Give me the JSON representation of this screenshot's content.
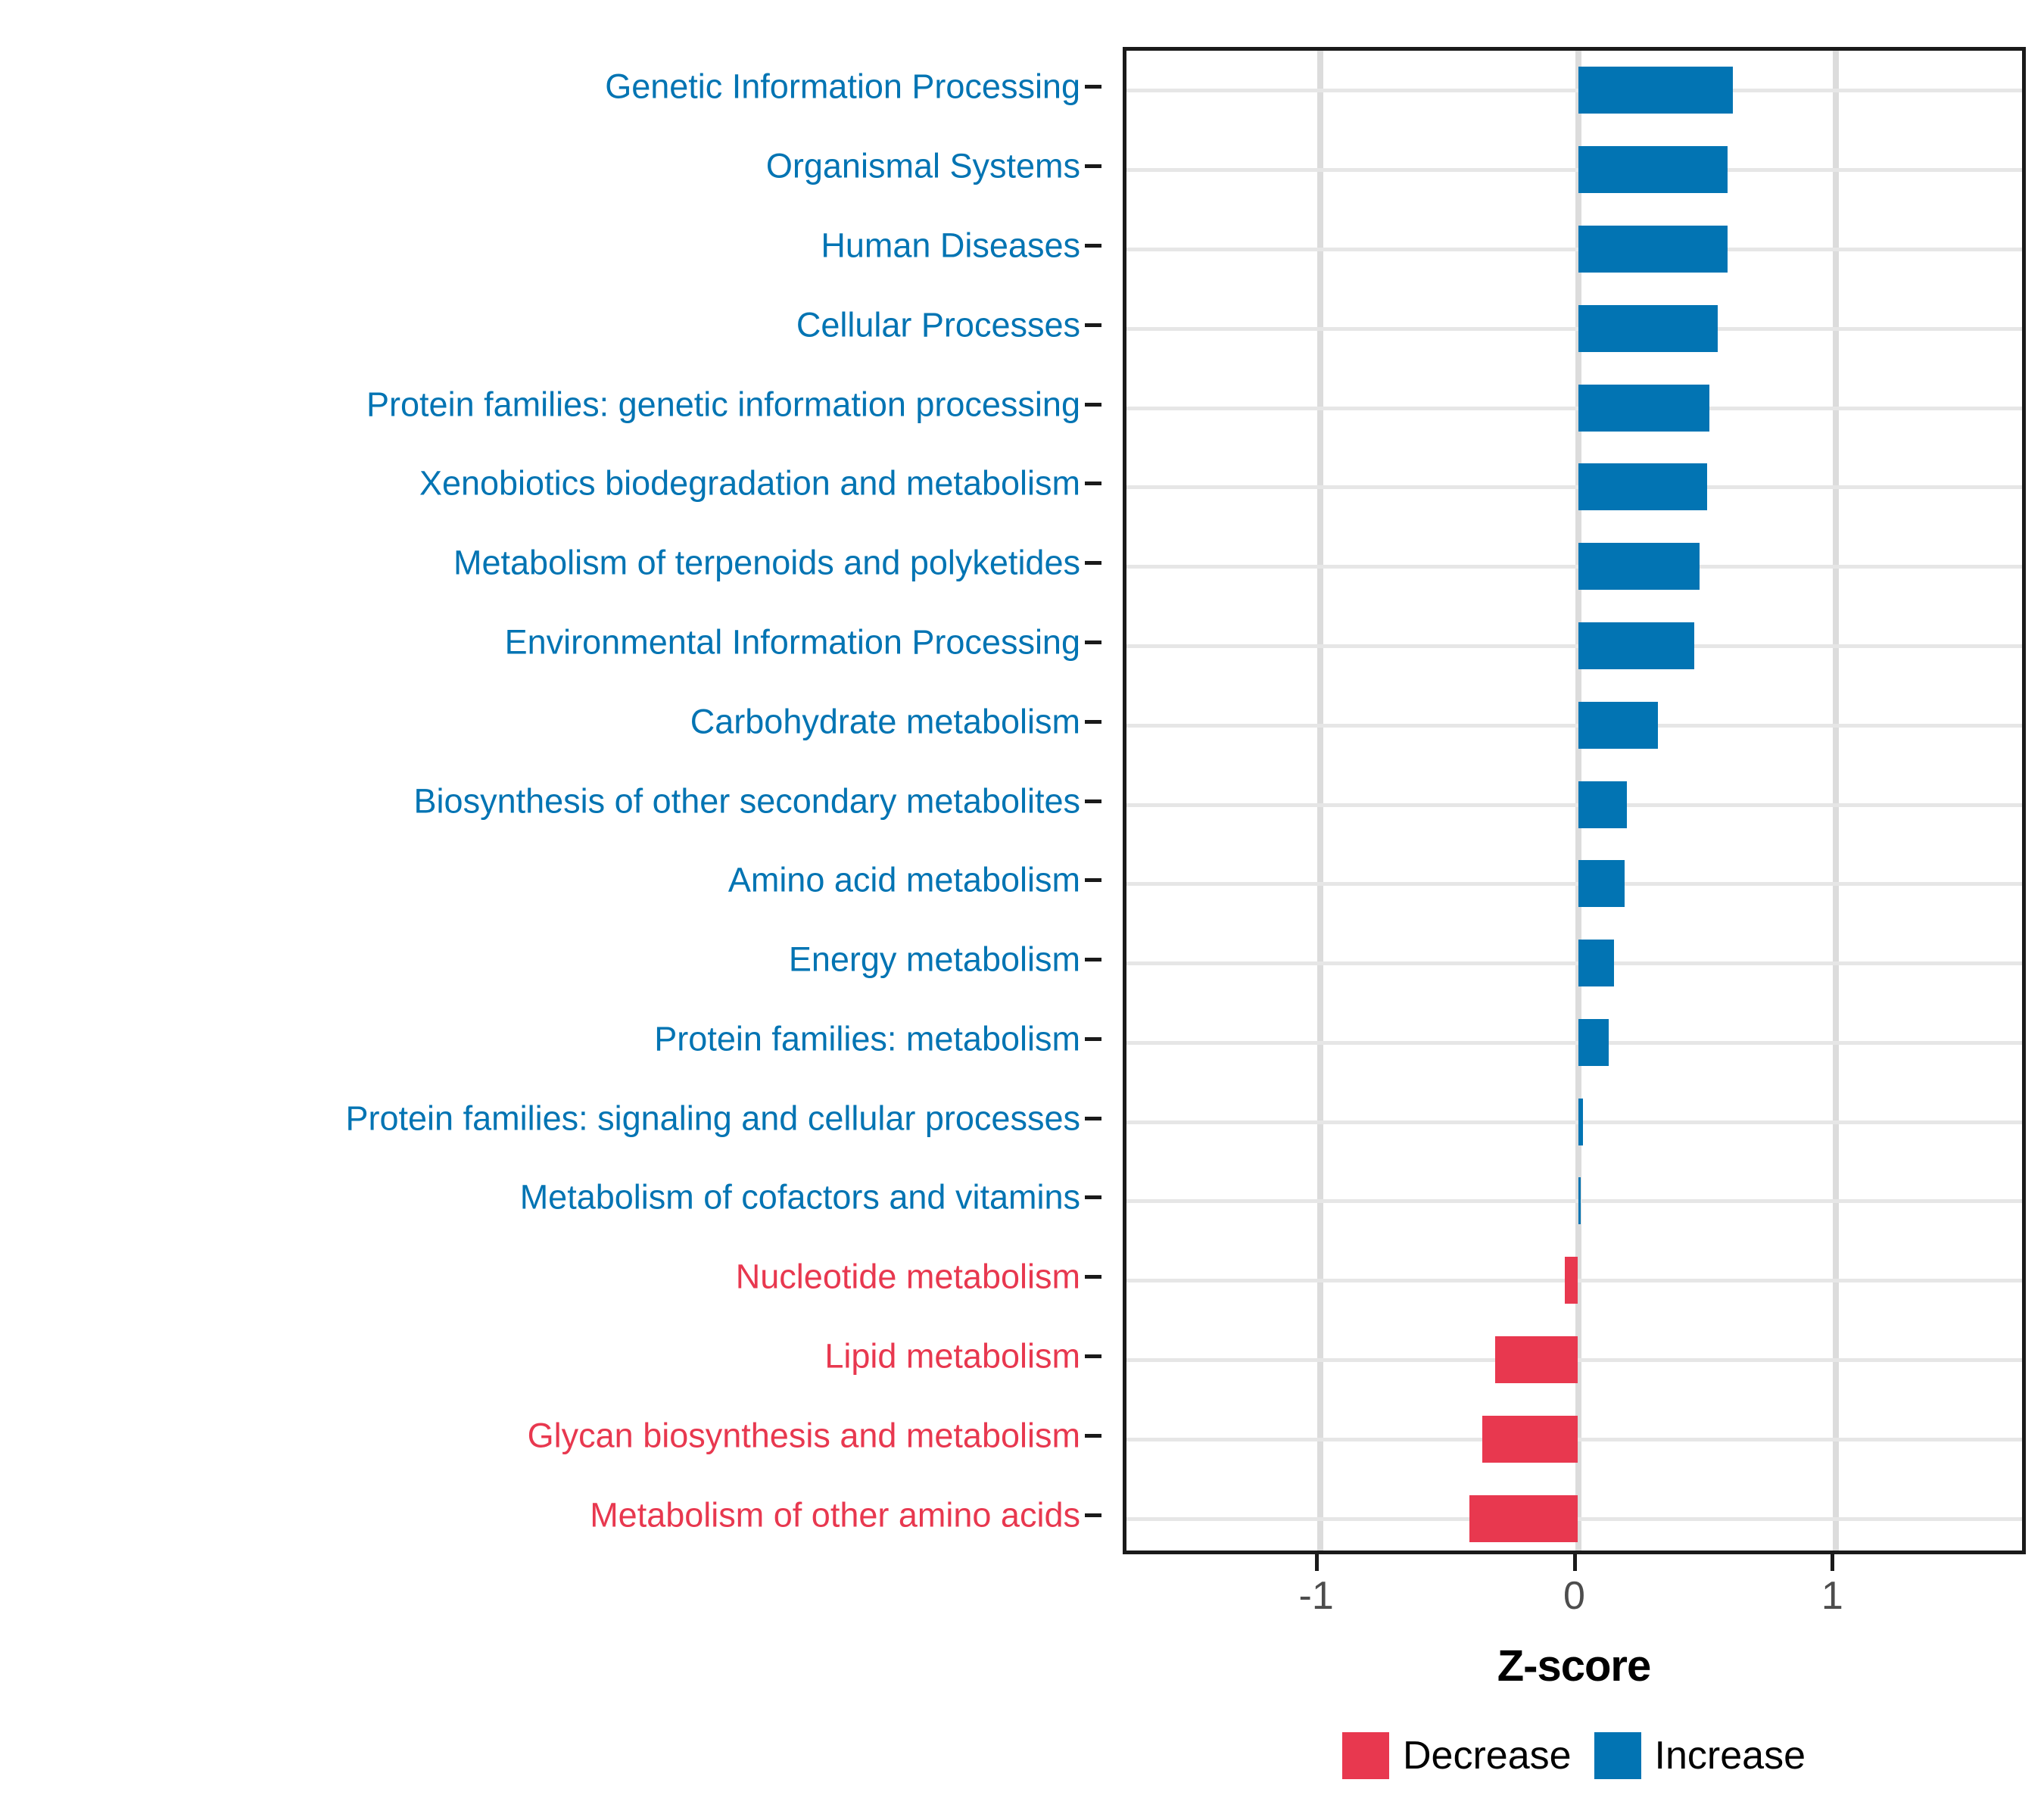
{
  "chart_data": {
    "type": "bar",
    "orientation": "horizontal",
    "title": "",
    "xlabel": "Z-score",
    "ylabel": "",
    "xlim": [
      -1.75,
      1.75
    ],
    "xticks": [
      -1,
      0,
      1
    ],
    "xticklabels": [
      "-1",
      "0",
      "1"
    ],
    "grid": true,
    "legend": {
      "position": "bottom",
      "entries": [
        {
          "label": "Decrease",
          "color": "#e8384f"
        },
        {
          "label": "Increase",
          "color": "#0274b3"
        }
      ]
    },
    "categories": [
      "Genetic Information Processing",
      "Organismal Systems",
      "Human Diseases",
      "Cellular Processes",
      "Protein families: genetic information processing",
      "Xenobiotics biodegradation and metabolism",
      "Metabolism of terpenoids and polyketides",
      "Environmental Information Processing",
      "Carbohydrate metabolism",
      "Biosynthesis of other secondary metabolites",
      "Amino acid metabolism",
      "Energy metabolism",
      "Protein families: metabolism",
      "Protein families: signaling and cellular processes",
      "Metabolism of cofactors and vitamins",
      "Nucleotide metabolism",
      "Lipid metabolism",
      "Glycan biosynthesis and metabolism",
      "Metabolism of other amino acids"
    ],
    "values": [
      0.6,
      0.58,
      0.58,
      0.54,
      0.51,
      0.5,
      0.47,
      0.45,
      0.31,
      0.19,
      0.18,
      0.14,
      0.12,
      0.02,
      0.005,
      -0.05,
      -0.32,
      -0.37,
      -0.42
    ],
    "groups": [
      "Increase",
      "Increase",
      "Increase",
      "Increase",
      "Increase",
      "Increase",
      "Increase",
      "Increase",
      "Increase",
      "Increase",
      "Increase",
      "Increase",
      "Increase",
      "Increase",
      "Increase",
      "Decrease",
      "Decrease",
      "Decrease",
      "Decrease"
    ]
  },
  "colors": {
    "increase": "#0274b3",
    "decrease": "#e8384f",
    "axis": "#1a1a1a",
    "gridline": "#e6e6e6",
    "zeroline": "#dcdcdc",
    "ticklabel": "#4d4d4d",
    "background": "#ffffff"
  }
}
